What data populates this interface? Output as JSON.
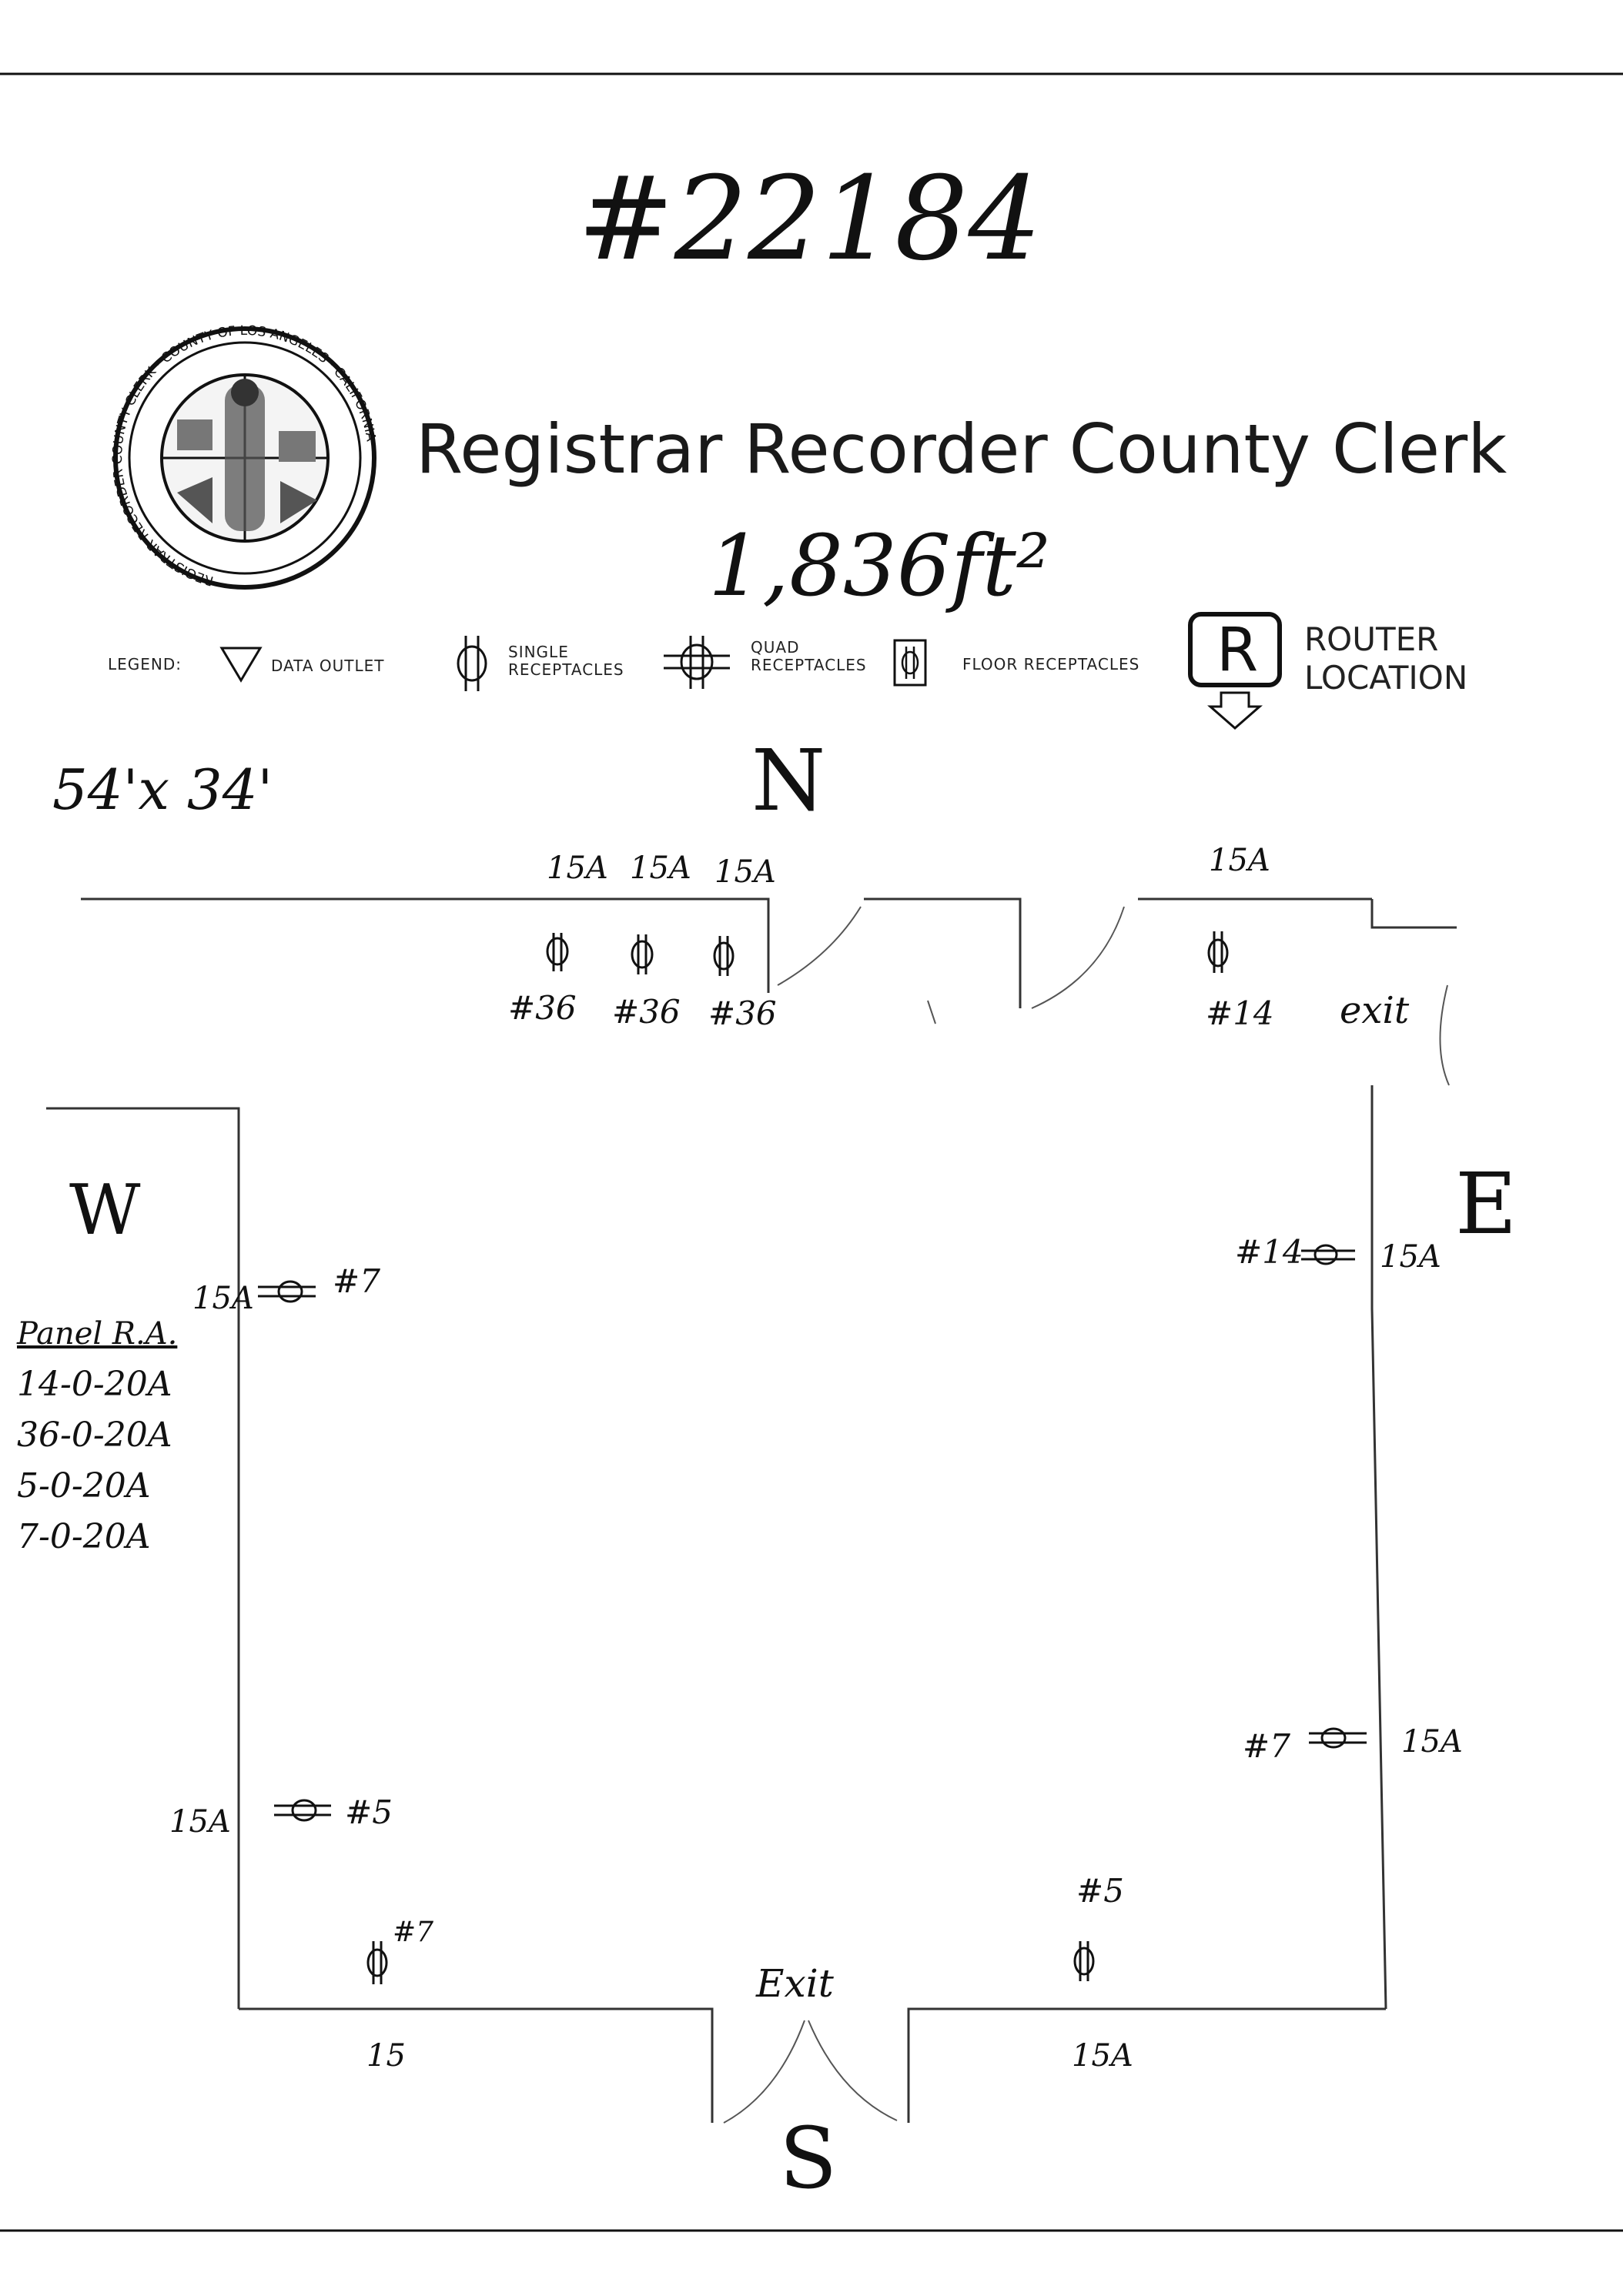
{
  "header": {
    "job_number": "#22184",
    "title": "Registrar Recorder County Clerk",
    "area": "1,836ft²",
    "dimensions": "54'x 34'"
  },
  "legend": {
    "label": "LEGEND:",
    "items": [
      {
        "icon": "data-outlet-icon",
        "label": "DATA OUTLET"
      },
      {
        "icon": "single-receptacle-icon",
        "label_line1": "SINGLE",
        "label_line2": "RECEPTACLES"
      },
      {
        "icon": "quad-receptacle-icon",
        "label_line1": "QUAD",
        "label_line2": "RECEPTACLES"
      },
      {
        "icon": "floor-receptacle-icon",
        "label": "FLOOR RECEPTACLES"
      }
    ],
    "router": {
      "icon": "router-icon",
      "symbol": "R",
      "line1": "ROUTER",
      "line2": "LOCATION"
    }
  },
  "compass": {
    "north": "N",
    "south": "S",
    "east": "E",
    "west": "W"
  },
  "panel": {
    "title": "Panel R.A.",
    "circuits": [
      "14-0-20A",
      "36-0-20A",
      "5-0-20A",
      "7-0-20A"
    ]
  },
  "receptacles": {
    "north": [
      {
        "amp": "15A",
        "circuit": "#36"
      },
      {
        "amp": "15A",
        "circuit": "#36"
      },
      {
        "amp": "15A",
        "circuit": "#36"
      },
      {
        "amp": "15A",
        "circuit": "#14"
      }
    ],
    "east": [
      {
        "amp": "15A",
        "circuit": "#14"
      },
      {
        "amp": "15A",
        "circuit": "#7"
      }
    ],
    "west": [
      {
        "amp": "15A",
        "circuit": "#7"
      },
      {
        "amp": "15A",
        "circuit": "#5"
      }
    ],
    "south": [
      {
        "amp": "15",
        "circuit": "#7"
      },
      {
        "amp": "15A",
        "circuit": "#5"
      }
    ]
  },
  "exits": {
    "north_east": "exit",
    "south": "Exit"
  }
}
